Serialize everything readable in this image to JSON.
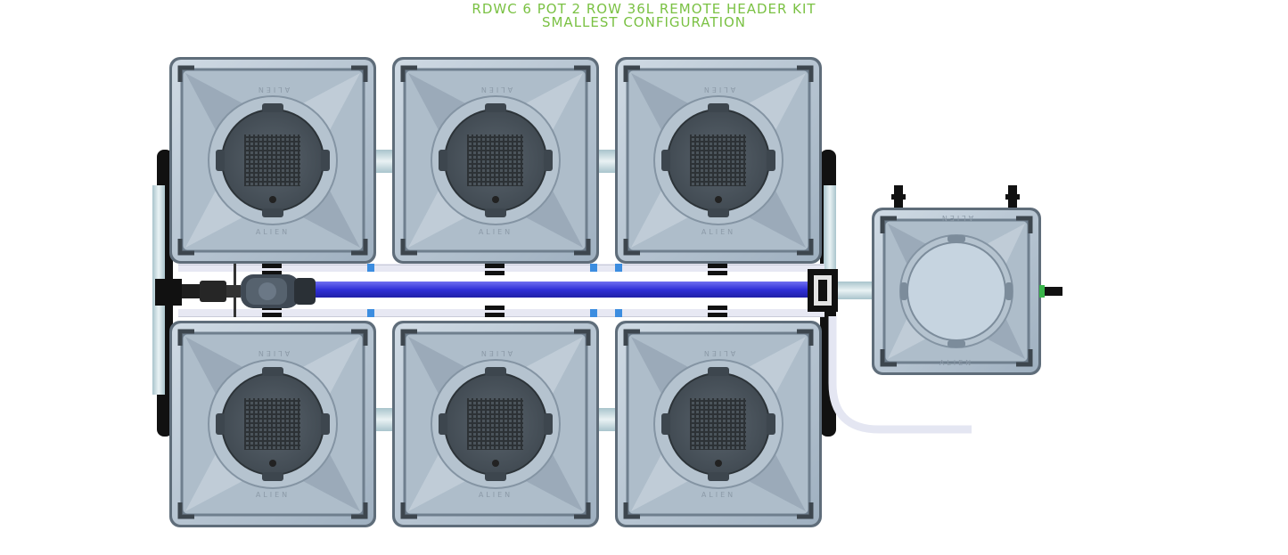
{
  "header": {
    "title_line_1": "RDWC 6 POT 2 ROW 36L REMOTE HEADER KIT",
    "title_line_2": "SMALLEST CONFIGURATION"
  },
  "pots": {
    "brand_label": "ALIEN",
    "count": 6,
    "rows": 2
  },
  "header_tank": {
    "brand_label": "ALIEN"
  },
  "colors": {
    "title": "#7ac143",
    "pot_body": "#b9c6d3",
    "pot_shadow": "#6f7f8e",
    "basket": "#4a5560",
    "water_line": "#3b3bd9",
    "pipe": "#d6dbe6",
    "return_pipe": "#e6e8f2",
    "fitting": "#111111",
    "accent_green": "#39b54a"
  }
}
